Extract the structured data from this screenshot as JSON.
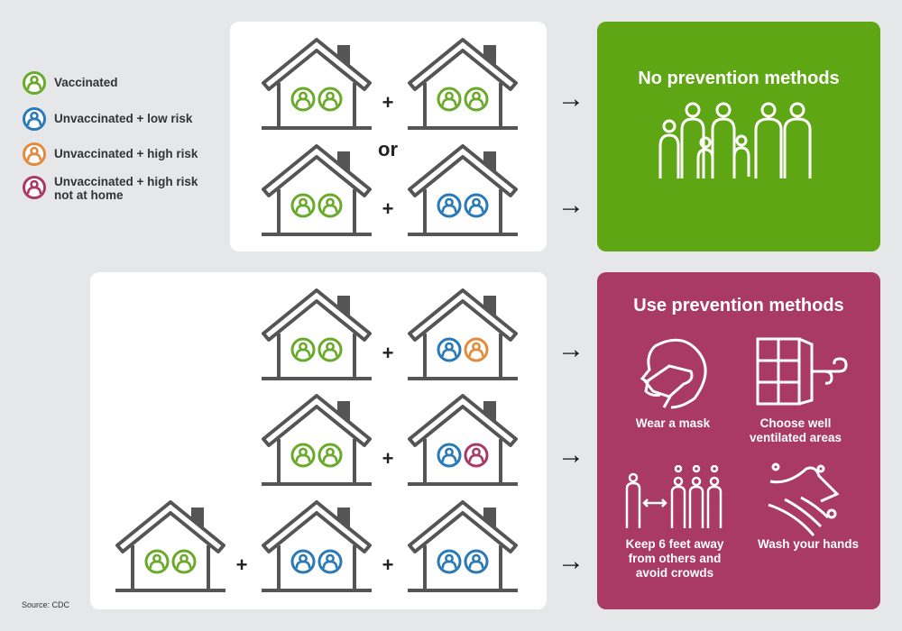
{
  "colors": {
    "vaccinated": "#6aaa2a",
    "low_risk": "#2a7ab8",
    "high_risk": "#e38b3c",
    "not_home": "#a93a65",
    "house": "#555555",
    "green_panel": "#5ea614",
    "magenta_panel": "#a93a65"
  },
  "legend": [
    {
      "key": "vaccinated",
      "label": "Vaccinated"
    },
    {
      "key": "low_risk",
      "label": "Unvaccinated + low risk"
    },
    {
      "key": "high_risk",
      "label": "Unvaccinated + high risk"
    },
    {
      "key": "not_home",
      "label": "Unvaccinated + high risk not at home"
    }
  ],
  "ops": {
    "plus": "+",
    "or": "or",
    "arrow": "→"
  },
  "scenarios": [
    {
      "houses": [
        [
          "vaccinated",
          "vaccinated"
        ],
        [
          "vaccinated",
          "vaccinated"
        ]
      ]
    },
    {
      "houses": [
        [
          "vaccinated",
          "vaccinated"
        ],
        [
          "low_risk",
          "low_risk"
        ]
      ]
    },
    {
      "houses": [
        [
          "vaccinated",
          "vaccinated"
        ],
        [
          "low_risk",
          "high_risk"
        ]
      ]
    },
    {
      "houses": [
        [
          "vaccinated",
          "vaccinated"
        ],
        [
          "low_risk",
          "not_home"
        ]
      ]
    },
    {
      "houses": [
        [
          "vaccinated",
          "vaccinated"
        ],
        [
          "low_risk",
          "low_risk"
        ],
        [
          "low_risk",
          "low_risk"
        ]
      ]
    }
  ],
  "no_prevention": {
    "title": "No prevention methods",
    "icon": "family-icon"
  },
  "prevention": {
    "title": "Use prevention methods",
    "methods": [
      {
        "icon": "mask-icon",
        "label": "Wear a mask"
      },
      {
        "icon": "window-icon",
        "label": "Choose well ventilated areas"
      },
      {
        "icon": "distance-icon",
        "label": "Keep 6 feet away from others and avoid crowds"
      },
      {
        "icon": "handwash-icon",
        "label": "Wash your hands"
      }
    ]
  },
  "source": "Source: CDC"
}
